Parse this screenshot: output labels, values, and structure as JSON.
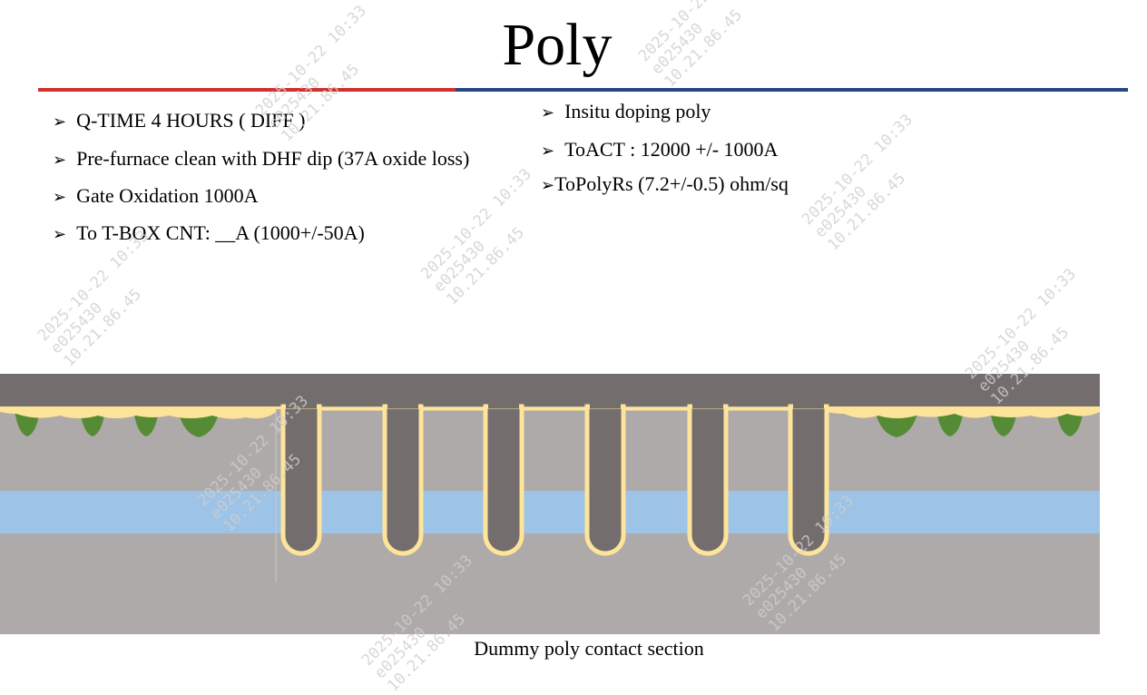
{
  "title": "Poly",
  "left_bullets": [
    "Q-TIME 4 HOURS (  DIFF  )",
    "Pre-furnace clean with DHF dip (37A oxide loss)",
    "Gate Oxidation 1000A",
    "To T-BOX CNT: __A (1000+/-50A)"
  ],
  "right_bullets": [
    "Insitu doping poly",
    "ToACT : 12000 +/- 1000A",
    "ToPolyRs (7.2+/-0.5) ohm/sq"
  ],
  "bullet_symbol": "➢",
  "caption": "Dummy poly contact section",
  "watermark": {
    "line1": "2025-10-22 10:33",
    "line2": "e025430",
    "line3": "10.21.86.45"
  },
  "colors": {
    "accent_red": "#d22f2f",
    "accent_blue": "#27457f",
    "poly": "#736e6d",
    "substrate": "#aeaaa9",
    "oxide_liner": "#fde49a",
    "liner_edge": "#f5d27a",
    "implant": "#558b35",
    "buried_layer": "#9dc3e6"
  }
}
